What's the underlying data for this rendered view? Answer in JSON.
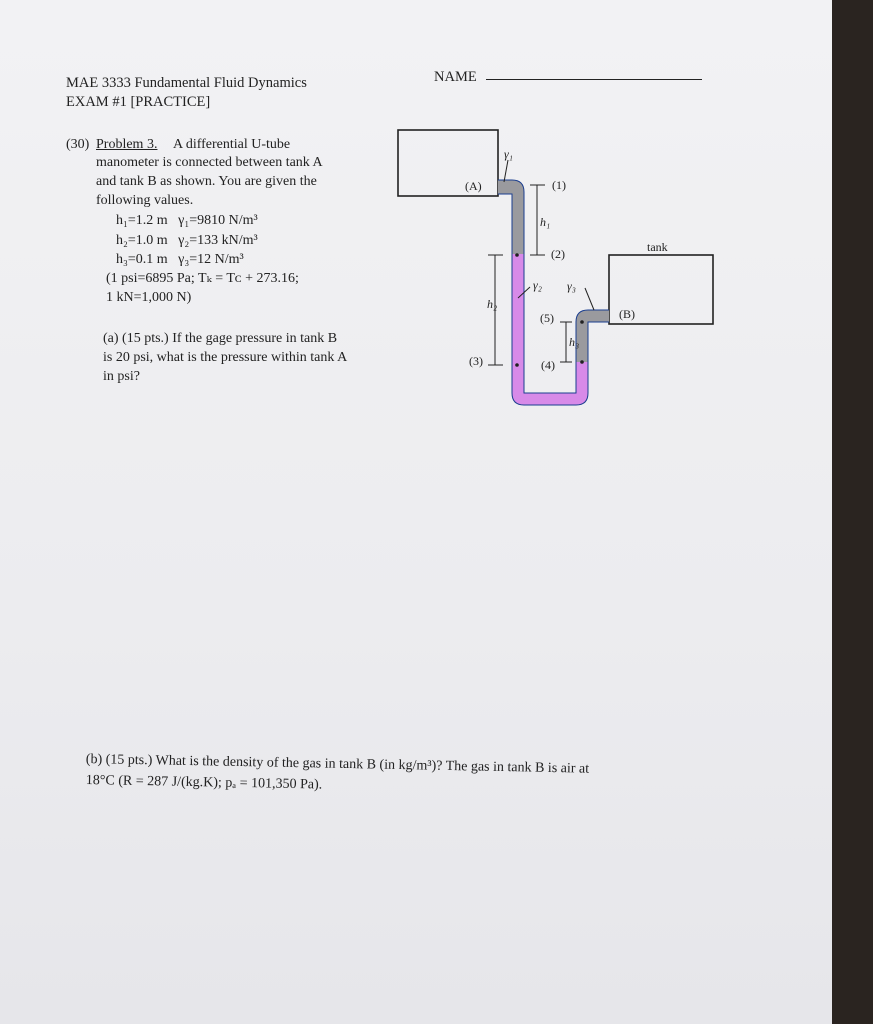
{
  "header": {
    "course": "MAE 3333 Fundamental Fluid Dynamics",
    "exam": "EXAM #1 [PRACTICE]",
    "name_label": "NAME"
  },
  "problem": {
    "points": "(30)",
    "title": "Problem 3.",
    "intro_lines": [
      "A differential U-tube",
      "manometer is connected between tank A",
      "and tank B as shown. You are given the",
      "following values."
    ],
    "values": [
      "h₁=1.2 m   γ₁=9810 N/m³",
      "h₂=1.0 m   γ₂=133 kN/m³",
      "h₃=0.1 m   γ₃=12 N/m³"
    ],
    "conversions": [
      "(1 psi=6895 Pa; Tₖ = Tᴄ + 273.16;",
      "1 kN=1,000 N)"
    ],
    "part_a": [
      "(a) (15 pts.) If the gage pressure in tank B",
      "is 20 psi, what is the pressure within tank A",
      "in psi?"
    ],
    "part_b": [
      "(b) (15 pts.) What is the density of the gas in tank B (in kg/m³)? The gas in tank B is air at",
      "18°C (R = 287 J/(kg.K); pₐ = 101,350 Pa)."
    ]
  },
  "diagram": {
    "tank_a_label": "(A)",
    "tank_b_label": "(B)",
    "tank_word": "tank",
    "points": [
      "(1)",
      "(2)",
      "(3)",
      "(4)",
      "(5)"
    ],
    "gamma_labels": [
      "γ₁",
      "γ₂",
      "γ₃"
    ],
    "height_labels": [
      "h₁",
      "h₂",
      "h₃"
    ],
    "colors": {
      "fluid_gamma1": "#9a9a9e",
      "fluid_gamma2": "#d78ae8",
      "tube_outline": "#1a3d8f"
    }
  }
}
